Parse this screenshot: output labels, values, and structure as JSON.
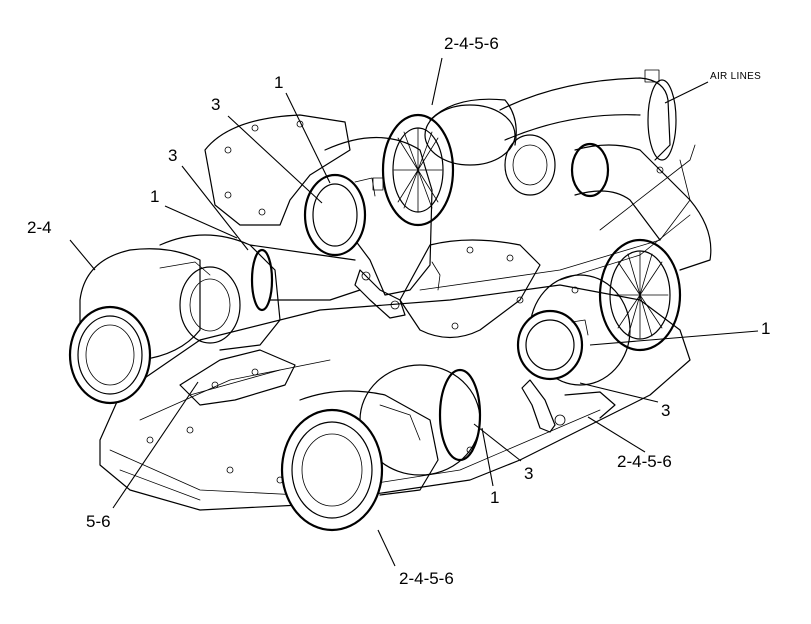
{
  "diagram": {
    "callouts": {
      "top_center": "2-4-5-6",
      "air_lines": "AIR LINES",
      "upper_left_3": "3",
      "upper_left_1": "1",
      "mid_left_3": "3",
      "mid_left_1": "1",
      "far_left": "2-4",
      "right_1": "1",
      "right_3": "3",
      "right_bottom": "2-4-5-6",
      "bottom_3": "3",
      "bottom_1": "1",
      "lower_left": "5-6",
      "bottom_center": "2-4-5-6"
    }
  }
}
